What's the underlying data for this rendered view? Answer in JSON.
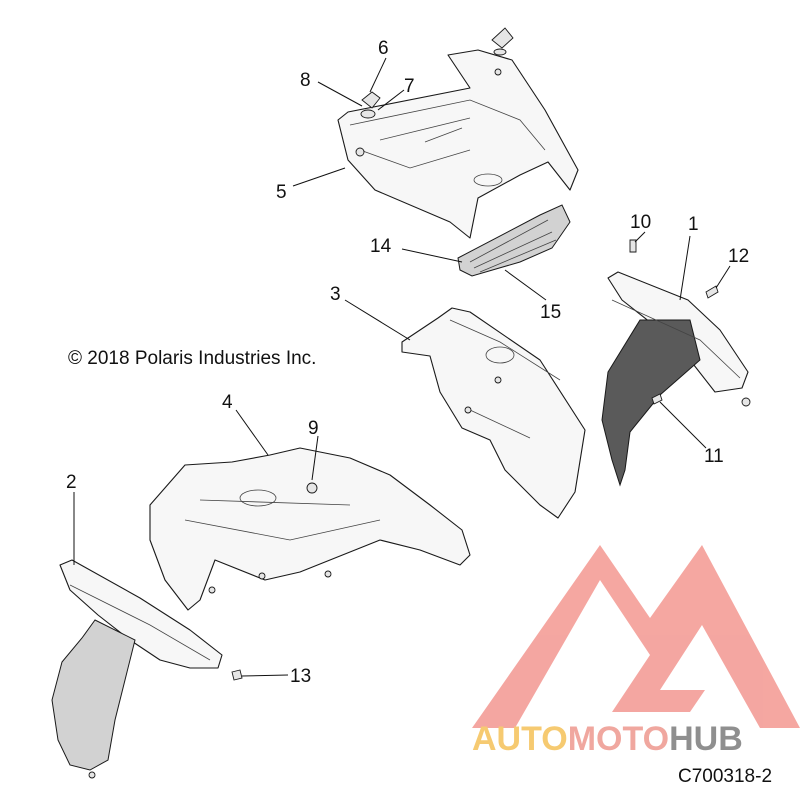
{
  "diagram": {
    "copyright": "© 2018 Polaris Industries Inc.",
    "part_code": "C700318-2",
    "callouts": [
      "1",
      "2",
      "3",
      "4",
      "5",
      "6",
      "7",
      "8",
      "9",
      "10",
      "11",
      "12",
      "13",
      "14",
      "15"
    ]
  },
  "watermark": {
    "word_part1": "AUTO",
    "word_part2": "MOTO",
    "word_part3": "HUB",
    "colors": {
      "triangle": "#f4a29c",
      "auto": "#f6c86a",
      "moto": "#f0a39a",
      "hub": "#8a8a8a"
    }
  }
}
